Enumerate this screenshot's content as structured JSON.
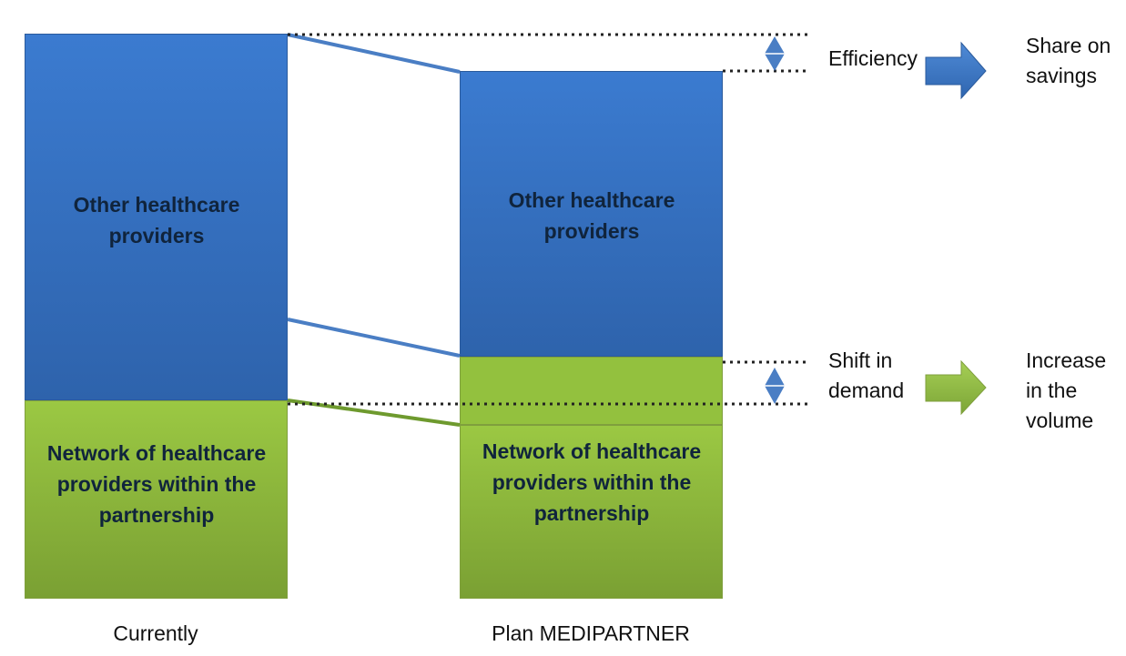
{
  "bars": {
    "currently": {
      "caption": "Currently",
      "top_label": "Other healthcare providers",
      "bottom_label": "Network of healthcare providers within the partnership"
    },
    "plan": {
      "caption": "Plan MEDIPARTNER",
      "top_label": "Other healthcare providers",
      "bottom_label": "Network of healthcare providers within the partnership"
    }
  },
  "annotations": {
    "efficiency": {
      "label": "Efficiency",
      "result": "Share on\nsavings"
    },
    "shift": {
      "label": "Shift in\ndemand",
      "result": "Increase\nin the\nvolume"
    }
  },
  "colors": {
    "blue": "#3b7bd0",
    "green": "#9bc843",
    "connector_blue": "#4a7ec4",
    "connector_green": "#6e9a2e"
  }
}
